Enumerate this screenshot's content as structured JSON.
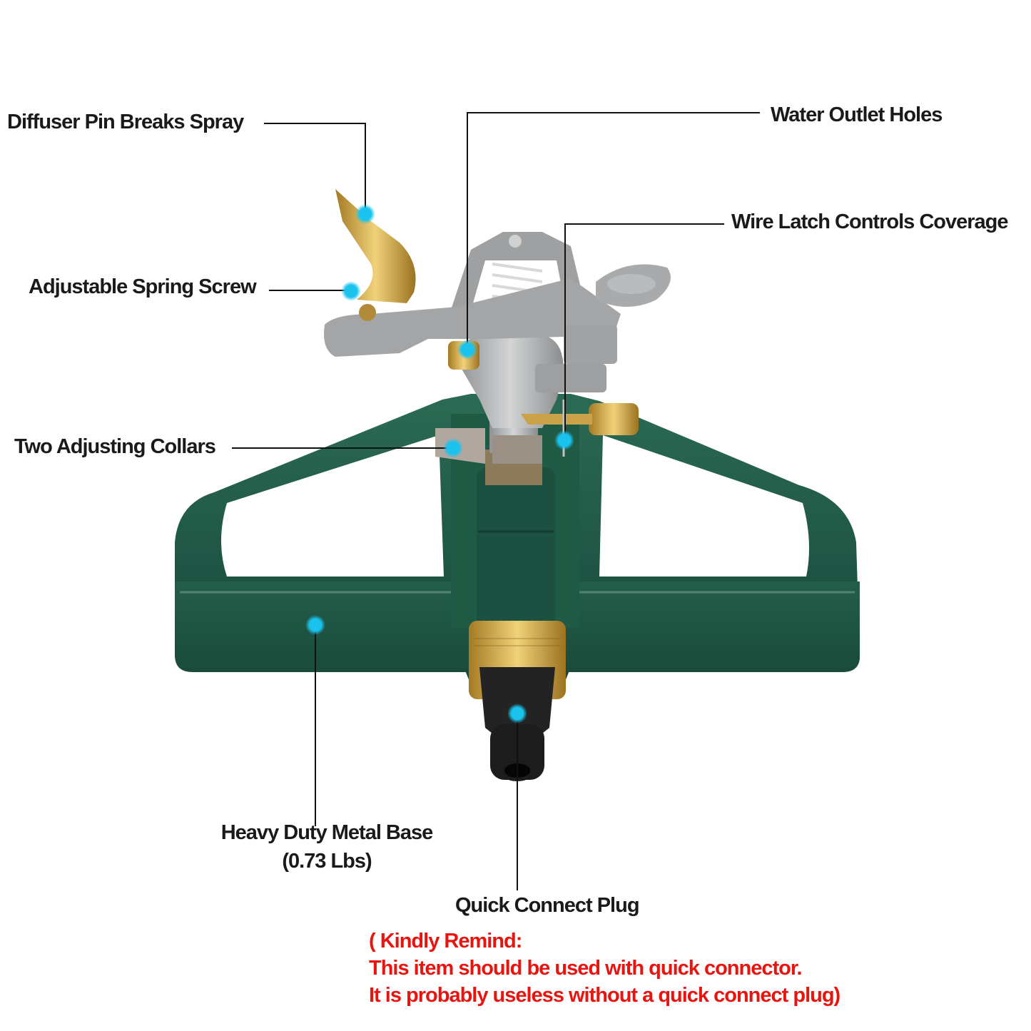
{
  "title": "Impact Sprinkler Parts Diagram",
  "colors": {
    "background": "#ffffff",
    "label_text": "#1a1a1a",
    "leader_line": "#111111",
    "marker_dot": "#19c3ee",
    "base_green": "#1f5a45",
    "base_green_dark": "#153f31",
    "metal_gray": "#a9abac",
    "brass": "#c9a24a",
    "plug_black": "#1e1e1e",
    "warning_red": "#e8140f"
  },
  "callouts": [
    {
      "id": "diffuser-pin",
      "label": "Diffuser Pin Breaks Spray",
      "marker": [
        512,
        300
      ]
    },
    {
      "id": "water-outlet",
      "label": "Water Outlet Holes",
      "marker": [
        655,
        490
      ]
    },
    {
      "id": "wire-latch",
      "label": "Wire Latch Controls Coverage",
      "marker": [
        791,
        617
      ]
    },
    {
      "id": "spring-screw",
      "label": "Adjustable Spring Screw",
      "marker": [
        492,
        408
      ]
    },
    {
      "id": "collars",
      "label": "Two Adjusting Collars",
      "marker": [
        635,
        628
      ]
    },
    {
      "id": "metal-base",
      "label": "Heavy Duty Metal Base",
      "sublabel": "(0.73 Lbs)",
      "marker": [
        442,
        876
      ]
    },
    {
      "id": "quick-plug",
      "label": "Quick Connect Plug",
      "marker": [
        725,
        1000
      ]
    }
  ],
  "reminder": {
    "line1": "( Kindly Remind:",
    "line2": "This item should be used with quick connector.",
    "line3": "It is probably useless without a quick connect plug)"
  }
}
